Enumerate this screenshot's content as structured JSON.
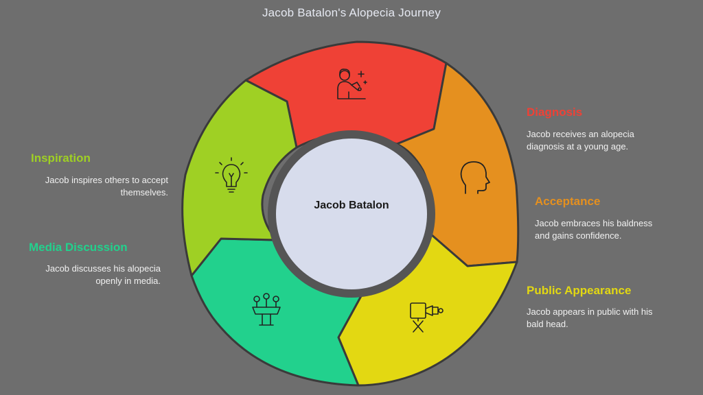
{
  "title": "Jacob Batalon's Alopecia Journey",
  "center_label": "Jacob Batalon",
  "colors": {
    "background": "#6e6e6e",
    "ring_outline": "#3a3a3a",
    "hub_fill": "#d7dcec",
    "hub_border": "#555555",
    "icon_stroke": "#222222"
  },
  "stages": [
    {
      "id": "diagnosis",
      "label": "Diagnosis",
      "description_lines": [
        "Jacob receives an alopecia",
        "diagnosis at a young age."
      ],
      "color": "#ef4136",
      "icon": "doctor-icon"
    },
    {
      "id": "acceptance",
      "label": "Acceptance",
      "description_lines": [
        "Jacob embraces his baldness",
        "and gains confidence."
      ],
      "color": "#e5901f",
      "icon": "head-profile-icon"
    },
    {
      "id": "public-appearance",
      "label": "Public Appearance",
      "description_lines": [
        "Jacob appears in public with his",
        "bald head."
      ],
      "color": "#e3d812",
      "icon": "video-camera-icon"
    },
    {
      "id": "media-discussion",
      "label": "Media Discussion",
      "description_lines": [
        "Jacob discusses his alopecia",
        "openly in media."
      ],
      "color": "#22d18d",
      "icon": "press-podium-icon"
    },
    {
      "id": "inspiration",
      "label": "Inspiration",
      "description_lines": [
        "Jacob inspires others to accept",
        "themselves."
      ],
      "color": "#9fd024",
      "icon": "lightbulb-icon"
    }
  ]
}
